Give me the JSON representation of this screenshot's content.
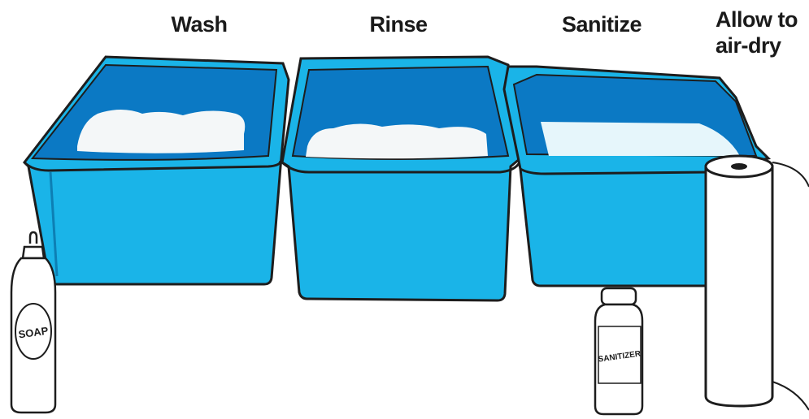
{
  "steps": [
    {
      "label": "Wash"
    },
    {
      "label": "Rinse"
    },
    {
      "label": "Sanitize"
    },
    {
      "label_line1": "Allow to",
      "label_line2": "air-dry"
    }
  ],
  "items": {
    "soap_label": "SOAP",
    "sanitizer_label": "SANITIZER"
  },
  "colors": {
    "bin_body": "#1ab4e8",
    "bin_dark": "#0d7fb4",
    "bin_inner": "#0b79c4",
    "outline": "#1d1d1d",
    "water": "#f4f7f8"
  }
}
